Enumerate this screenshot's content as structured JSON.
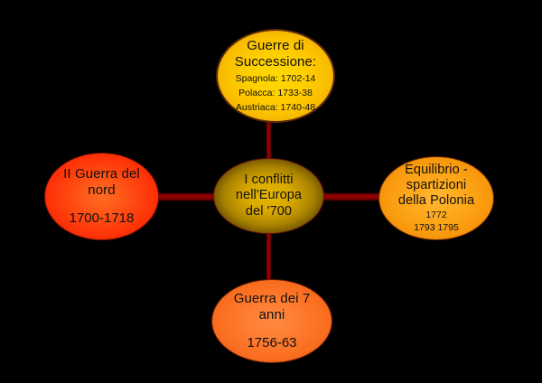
{
  "diagram": {
    "background_color": "#000000",
    "connector_color": "#8b0000",
    "center": {
      "line1": "I conflitti",
      "line2": "nell'Europa",
      "line3": "del '700",
      "color": "#d4a800"
    },
    "nodes": [
      {
        "id": "top",
        "position": "top",
        "title_line1": "Guerre di",
        "title_line2": "Successione:",
        "details": [
          "Spagnola: 1702-14",
          "Polacca: 1733-38",
          "Austriaca: 1740-48"
        ],
        "color": "#ffcf00"
      },
      {
        "id": "left",
        "position": "left",
        "title_line1": "II Guerra del",
        "title_line2": "nord",
        "dates": "1700-1718",
        "color": "#ff3c0c"
      },
      {
        "id": "right",
        "position": "right",
        "title_line1": "Equilibrio -",
        "title_line2": "spartizioni",
        "title_line3": "della Polonia",
        "details": [
          "1772",
          "1793  1795"
        ],
        "color": "#fb9c10"
      },
      {
        "id": "bottom",
        "position": "bottom",
        "title_line1": "Guerra dei 7",
        "title_line2": "anni",
        "dates": "1756-63",
        "color": "#fb7124"
      }
    ]
  }
}
